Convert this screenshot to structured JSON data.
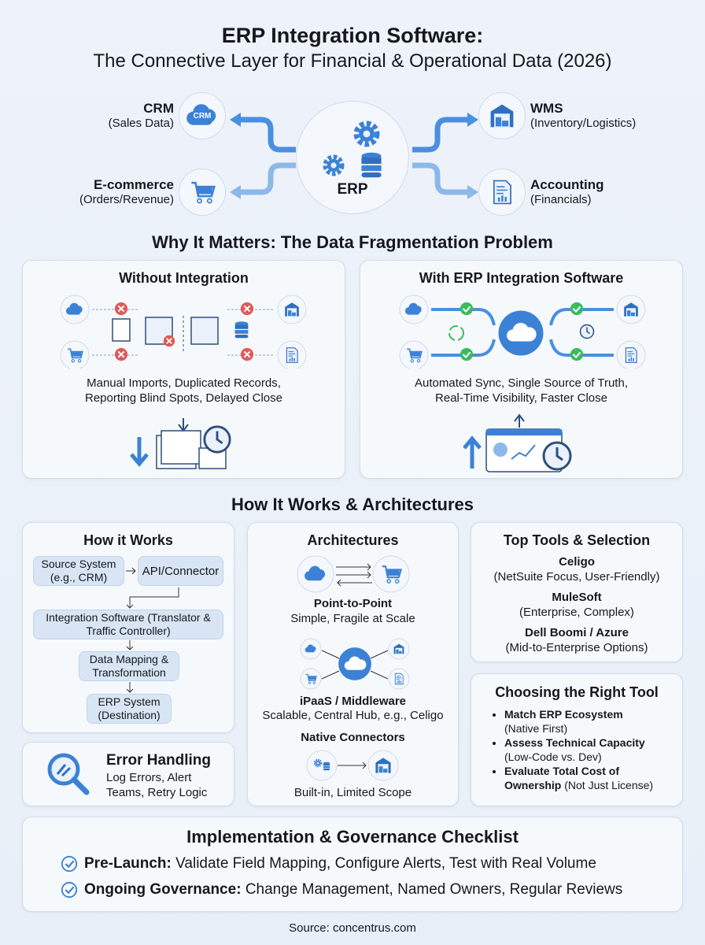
{
  "title": {
    "line1": "ERP Integration Software:",
    "line2": "The Connective Layer for Financial & Operational Data (2026)"
  },
  "hub": {
    "label": "ERP",
    "icon": "gear-database-icon",
    "nodes": [
      {
        "name": "CRM",
        "sub": "(Sales Data)",
        "icon": "crm-cloud-icon",
        "badge": "CRM"
      },
      {
        "name": "E-commerce",
        "sub": "(Orders/Revenue)",
        "icon": "cart-icon"
      },
      {
        "name": "WMS",
        "sub": "(Inventory/Logistics)",
        "icon": "warehouse-icon"
      },
      {
        "name": "Accounting",
        "sub": "(Financials)",
        "icon": "report-icon"
      }
    ]
  },
  "why": {
    "heading": "Why It Matters: The Data Fragmentation Problem",
    "without": {
      "title": "Without Integration",
      "caption_line1": "Manual Imports, Duplicated Records,",
      "caption_line2": "Reporting Blind Spots, Delayed Close"
    },
    "with": {
      "title": "With ERP Integration Software",
      "caption_line1": "Automated Sync, Single Source of Truth,",
      "caption_line2": "Real-Time Visibility, Faster Close"
    }
  },
  "how": {
    "heading": "How It Works & Architectures",
    "works": {
      "title": "How it Works",
      "steps": [
        "Source System (e.g., CRM)",
        "API/Connector",
        "Integration Software (Translator & Traffic Controller)",
        "Data Mapping & Transformation",
        "ERP System (Destination)"
      ]
    },
    "error": {
      "title": "Error Handling",
      "desc": "Log Errors, Alert Teams, Retry Logic"
    },
    "arch": {
      "title": "Architectures",
      "items": [
        {
          "name": "Point-to-Point",
          "desc": "Simple, Fragile at Scale"
        },
        {
          "name": "iPaaS / Middleware",
          "desc": "Scalable, Central Hub, e.g., Celigo"
        },
        {
          "name": "Native Connectors",
          "desc": "Built-in, Limited Scope"
        }
      ]
    },
    "tools": {
      "title": "Top Tools & Selection",
      "items": [
        {
          "name": "Celigo",
          "desc": "(NetSuite Focus, User-Friendly)"
        },
        {
          "name": "MuleSoft",
          "desc": "(Enterprise, Complex)"
        },
        {
          "name": "Dell Boomi / Azure",
          "desc": "(Mid-to-Enterprise Options)"
        }
      ]
    },
    "choose": {
      "title": "Choosing the Right Tool",
      "items": [
        {
          "bold": "Match ERP Ecosystem",
          "rest": "(Native First)"
        },
        {
          "bold": "Assess Technical Capacity",
          "rest": "(Low-Code vs. Dev)"
        },
        {
          "bold": "Evaluate Total Cost of Ownership",
          "rest": "(Not Just License)"
        }
      ]
    }
  },
  "checklist": {
    "title": "Implementation & Governance Checklist",
    "items": [
      {
        "bold": "Pre-Launch:",
        "rest": "Validate Field Mapping, Configure Alerts, Test with Real Volume"
      },
      {
        "bold": "Ongoing Governance:",
        "rest": "Change Management, Named Owners, Regular Reviews"
      }
    ]
  },
  "source": "Source: concentrus.com",
  "colors": {
    "accent": "#3b82d6",
    "light": "#8cb8ea",
    "error": "#e05a5a",
    "ok": "#3dba5e",
    "box": "#d8e5f4"
  }
}
